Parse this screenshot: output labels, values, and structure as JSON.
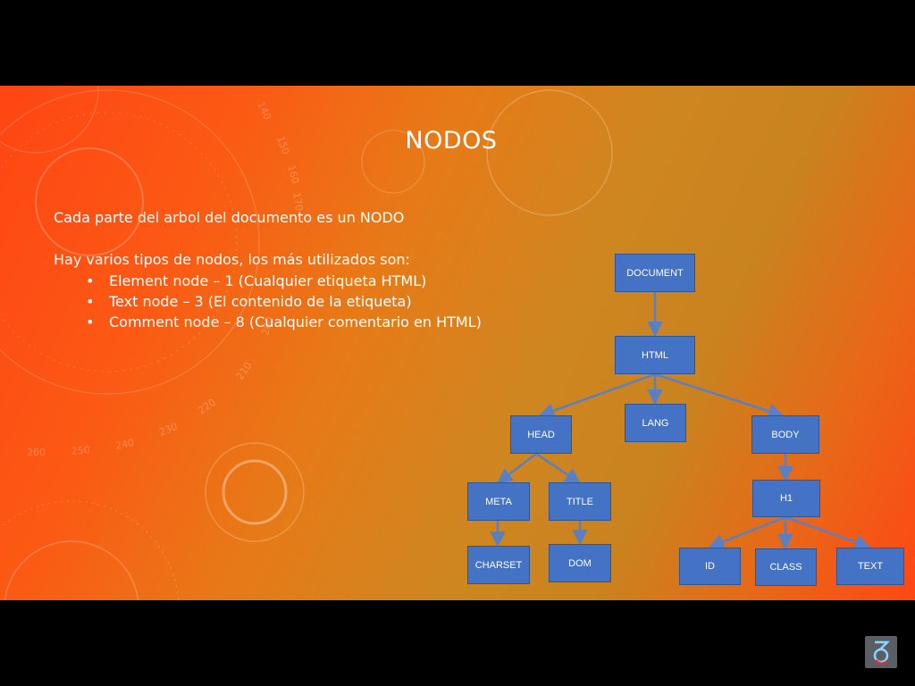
{
  "slide": {
    "title": "NODOS",
    "intro": "Cada parte del arbol del documento es un NODO",
    "types_heading": "Hay varios tipos de nodos, los más utilizados son:",
    "bullets": [
      "Element node – 1 (Cualquier etiqueta HTML)",
      "Text node – 3 (El contenido de la etiqueta)",
      "Comment node – 8 (Cualquier comentario en HTML)"
    ],
    "bullet_symbol": "•"
  },
  "dial_labels": [
    "150",
    "160",
    "170",
    "200",
    "210",
    "220",
    "230",
    "240",
    "250",
    "260",
    "140"
  ],
  "tree": {
    "nodes": {
      "document": "DOCUMENT",
      "html": "HTML",
      "head": "HEAD",
      "lang": "LANG",
      "body": "BODY",
      "meta": "META",
      "title": "TITLE",
      "h1": "H1",
      "charset": "CHARSET",
      "dom": "DOM",
      "id": "ID",
      "class": "CLASS",
      "text": "TEXT"
    }
  },
  "colors": {
    "node_fill": "#4472c4",
    "node_border": "#2f5597",
    "connector": "#5b7fc4"
  },
  "icons": [
    "logo-icon"
  ]
}
